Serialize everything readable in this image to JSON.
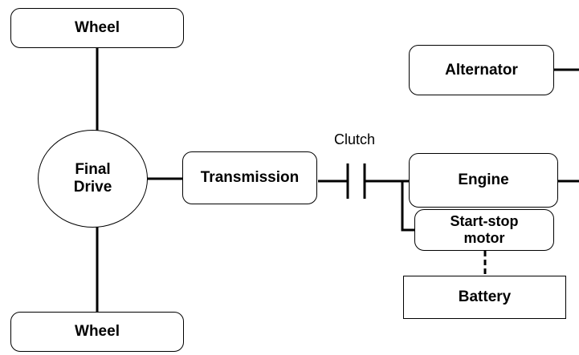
{
  "diagram": {
    "nodes": {
      "wheel_top": "Wheel",
      "wheel_bottom": "Wheel",
      "final_drive": "Final\nDrive",
      "transmission": "Transmission",
      "clutch": "Clutch",
      "engine": "Engine",
      "alternator": "Alternator",
      "start_stop_motor": "Start-stop\nmotor",
      "battery": "Battery"
    },
    "connections": [
      {
        "from": "wheel_top",
        "to": "final_drive",
        "style": "solid"
      },
      {
        "from": "final_drive",
        "to": "wheel_bottom",
        "style": "solid"
      },
      {
        "from": "final_drive",
        "to": "transmission",
        "style": "solid"
      },
      {
        "from": "transmission",
        "to": "clutch",
        "style": "solid"
      },
      {
        "from": "clutch",
        "to": "engine",
        "style": "solid"
      },
      {
        "from": "clutch",
        "to": "start_stop_motor",
        "style": "solid"
      },
      {
        "from": "start_stop_motor",
        "to": "battery",
        "style": "dashed"
      }
    ]
  }
}
